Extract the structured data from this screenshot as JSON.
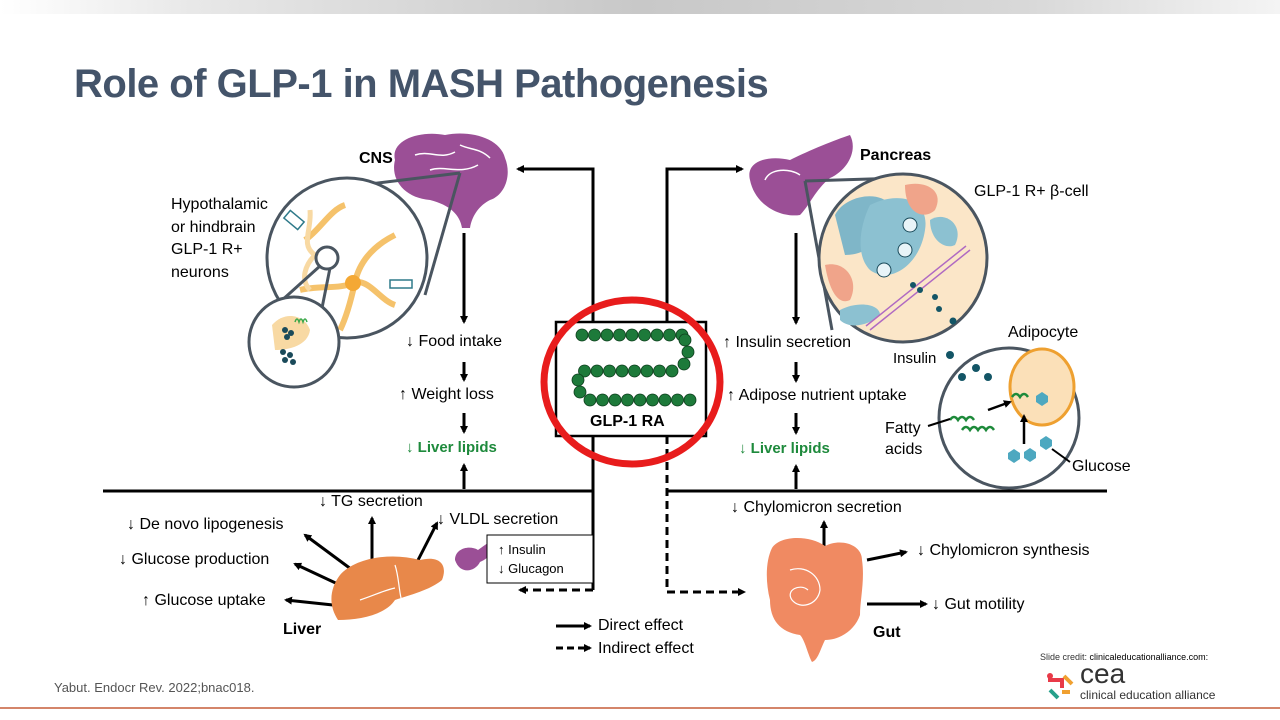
{
  "slide": {
    "title": "Role of GLP-1 in MASH Pathogenesis",
    "reference": "Yabut. Endocr Rev. 2022;bnac018.",
    "credit_prefix": "Slide credit:",
    "credit_site": "clinicaleducationalliance.com:",
    "logo_word": "cea",
    "logo_sub": "clinical education alliance"
  },
  "center": {
    "drug_label": "GLP-1 RA",
    "highlight_color": "#e81c1c",
    "peptide_color": "#1d7a3a"
  },
  "cns": {
    "label": "CNS",
    "neuron_caption": "Hypothalamic\nor hindbrain\nGLP-1 R+\nneurons",
    "chain": [
      "↓ Food intake",
      "↑ Weight loss",
      "↓ Liver lipids"
    ]
  },
  "pancreas": {
    "label": "Pancreas",
    "cell_caption": "GLP-1 R+ β-cell",
    "insulin_label": "Insulin",
    "chain": [
      "↑ Insulin secretion",
      "↑ Adipose nutrient uptake",
      "↓ Liver lipids"
    ]
  },
  "adipocyte": {
    "label": "Adipocyte",
    "fatty_acids_label": "Fatty\nacids",
    "glucose_label": "Glucose"
  },
  "liver": {
    "label": "Liver",
    "effects": [
      "↓ TG secretion",
      "↓ De novo lipogenesis",
      "↓ VLDL secretion",
      "↓ Glucose production",
      "↑ Glucose uptake"
    ],
    "hormone_box": [
      "↑ Insulin",
      "↓ Glucagon"
    ]
  },
  "gut": {
    "label": "Gut",
    "effects": [
      "↓ Chylomicron secretion",
      "↓ Chylomicron synthesis",
      "↓ Gut motility"
    ]
  },
  "legend": {
    "direct": "Direct effect",
    "indirect": "Indirect effect"
  },
  "colors": {
    "organ_purple": "#9b4f96",
    "liver_orange": "#e8884a",
    "gut_orange": "#f08a62",
    "title_slate": "#44546a",
    "liver_lipids_green": "#1e8a3c",
    "footer_line": "#d4856a"
  }
}
